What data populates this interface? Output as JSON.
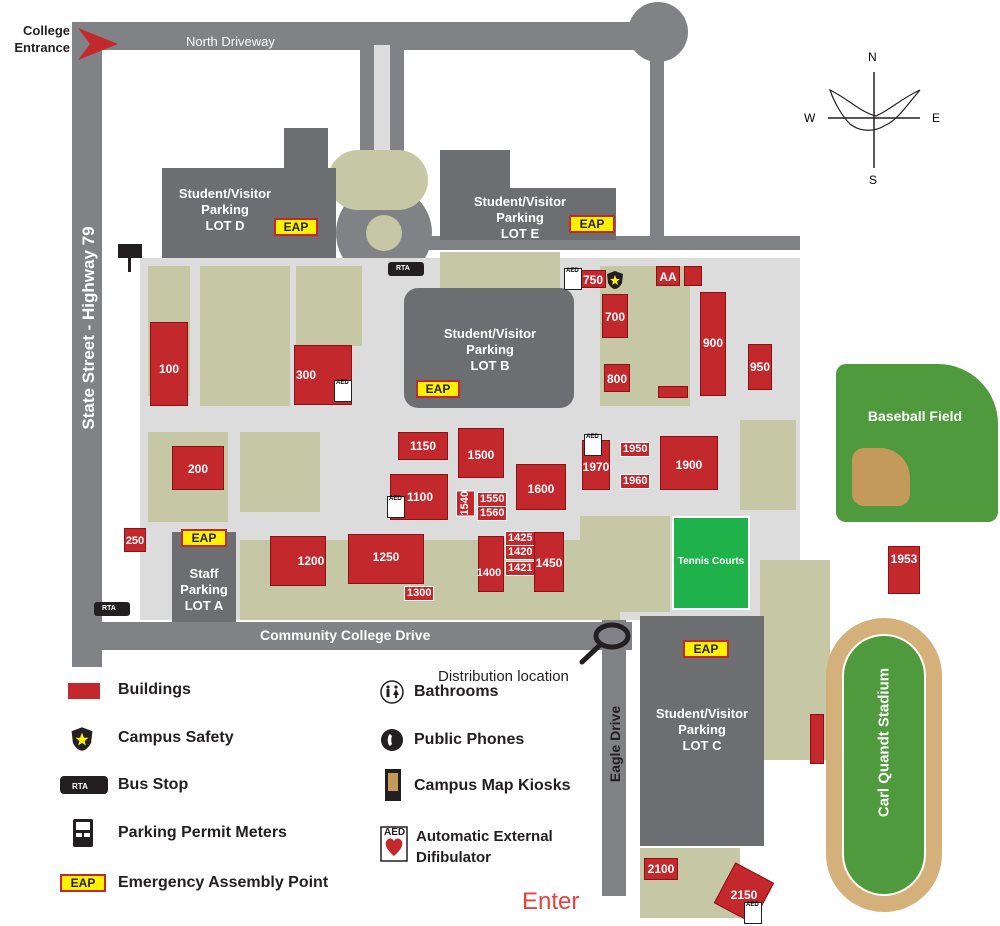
{
  "map": {
    "college_entrance": "College\nEntrance",
    "north_driveway": "North Driveway",
    "state_street": "State Street - Highway 79",
    "community_college_drive": "Community College Drive",
    "eagle_drive": "Eagle Drive",
    "distribution_location": "Distribution location",
    "enter_label": "Enter",
    "compass": {
      "n": "N",
      "s": "S",
      "e": "E",
      "w": "W"
    },
    "lots": {
      "lot_d": "Student/Visitor\nParking\nLOT D",
      "lot_e": "Student/Visitor\nParking\nLOT E",
      "lot_b": "Student/Visitor\nParking\nLOT B",
      "lot_a": "Staff\nParking\nLOT A",
      "lot_c": "Student/Visitor\nParking\nLOT C"
    },
    "eap_label": "EAP",
    "aed_label": "AED",
    "rta_label": "RTA",
    "baseball_field": "Baseball Field",
    "tennis_courts": "Tennis Courts",
    "stadium": "Carl Quandt Stadium",
    "buildings": {
      "b100": "100",
      "b200": "200",
      "b250": "250",
      "b300": "300",
      "b700": "700",
      "b750": "750",
      "b800": "800",
      "b900": "900",
      "b950": "950",
      "baa": "AA",
      "b1100": "1100",
      "b1150": "1150",
      "b1200": "1200",
      "b1250": "1250",
      "b1300": "1300",
      "b1400": "1400",
      "b1420": "1420",
      "b1421": "1421",
      "b1425": "1425",
      "b1450": "1450",
      "b1500": "1500",
      "b1540": "1540",
      "b1550": "1550",
      "b1560": "1560",
      "b1600": "1600",
      "b1900": "1900",
      "b1950": "1950",
      "b1960": "1960",
      "b1970": "1970",
      "b1953": "1953",
      "b2100": "2100",
      "b2150": "2150"
    }
  },
  "legend": {
    "buildings": "Buildings",
    "campus_safety": "Campus Safety",
    "bus_stop": "Bus Stop",
    "parking_meters": "Parking Permit Meters",
    "eap": "Emergency Assembly Point",
    "bathrooms": "Bathrooms",
    "public_phones": "Public Phones",
    "map_kiosks": "Campus Map Kiosks",
    "aed_line1": "Automatic External",
    "aed_line2": "Difibulator"
  },
  "colors": {
    "building_red": "#c3282d",
    "road_gray": "#808285",
    "lot_gray": "#6d6e71",
    "eap_yellow": "#fff200",
    "field_green": "#4f9a3c",
    "tennis_green": "#1fb24a"
  }
}
